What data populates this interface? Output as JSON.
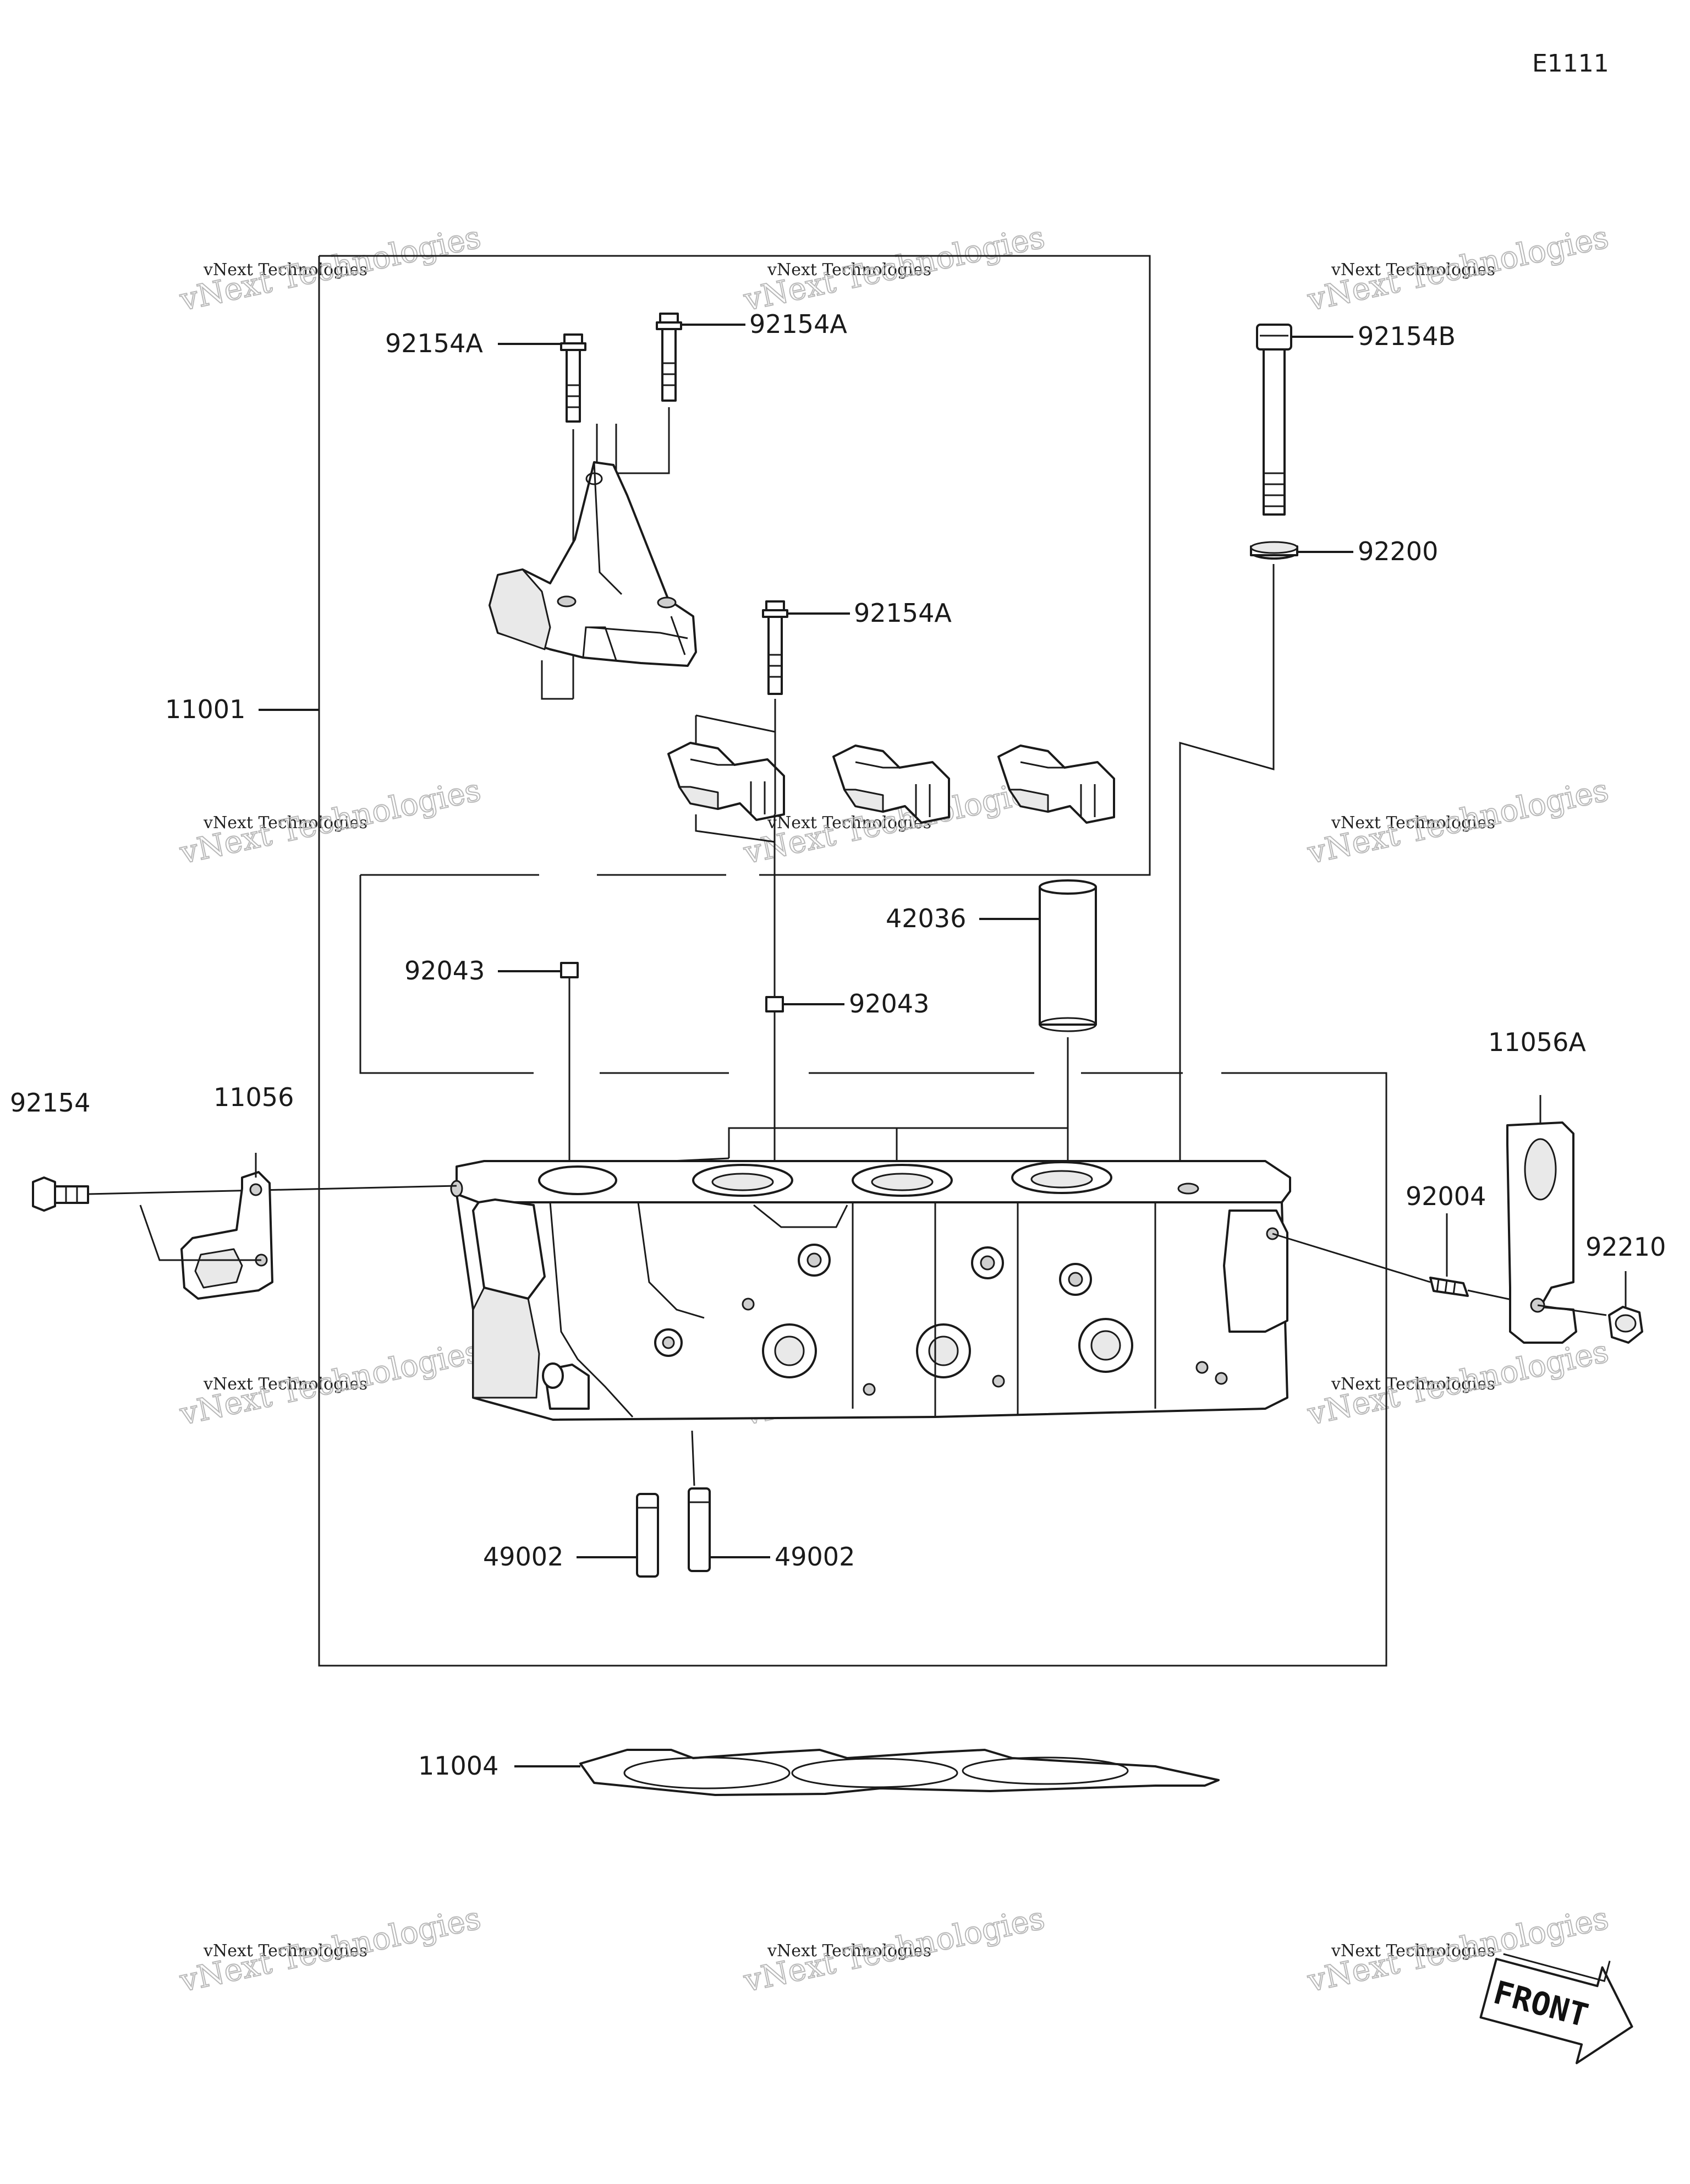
{
  "diagram": {
    "ref_code": "E1111",
    "watermark": {
      "line1": "vNext Technologies",
      "line2": "vNext Technologies"
    },
    "front_label": "FRONT",
    "parts": {
      "p92154A_1": "92154A",
      "p92154A_2": "92154A",
      "p92154A_3": "92154A",
      "p92154B": "92154B",
      "p92200": "92200",
      "p11001": "11001",
      "p42036": "42036",
      "p92043_1": "92043",
      "p92043_2": "92043",
      "p11056A": "11056A",
      "p92154": "92154",
      "p11056": "11056",
      "p92004": "92004",
      "p92210": "92210",
      "p49002_1": "49002",
      "p49002_2": "49002",
      "p11004": "11004"
    }
  }
}
